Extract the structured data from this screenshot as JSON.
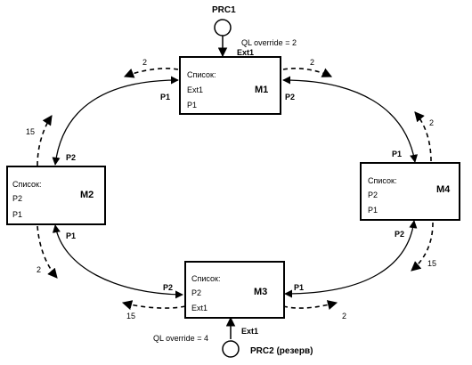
{
  "sources": {
    "prc1": {
      "name": "PRC1",
      "ql": "QL override = 2",
      "port": "Ext1"
    },
    "prc2": {
      "name": "PRC2 (резерв)",
      "ql": "QL override = 4",
      "port": "Ext1"
    }
  },
  "nodes": {
    "m1": {
      "name": "M1",
      "list_title": "Список:",
      "entries": [
        "Ext1",
        "P1"
      ]
    },
    "m2": {
      "name": "M2",
      "list_title": "Список:",
      "entries": [
        "P2",
        "P1"
      ]
    },
    "m3": {
      "name": "M3",
      "list_title": "Список:",
      "entries": [
        "P2",
        "Ext1"
      ]
    },
    "m4": {
      "name": "M4",
      "list_title": "Список:",
      "entries": [
        "P2",
        "P1"
      ]
    }
  },
  "ports": {
    "m1_left": "P1",
    "m1_right": "P2",
    "m2_top": "P2",
    "m2_bottom": "P1",
    "m3_left": "P2",
    "m3_right": "P1",
    "m4_top": "P1",
    "m4_bottom": "P2"
  },
  "metrics": {
    "m1_left_out": "2",
    "m1_right_out": "2",
    "m2_top_in": "15",
    "m2_bottom_out": "2",
    "m4_top_in": "2",
    "m4_bottom_out": "15",
    "m3_left_out": "15",
    "m3_right_out": "2"
  }
}
